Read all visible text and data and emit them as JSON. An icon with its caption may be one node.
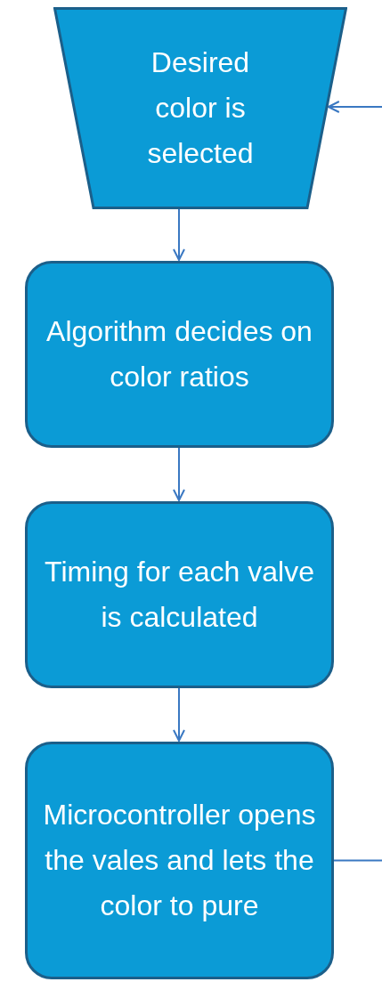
{
  "diagram": {
    "nodes": [
      {
        "text": [
          "Desired color is selected"
        ]
      },
      {
        "text": [
          "Algorithm decides on color ratios"
        ]
      },
      {
        "text": [
          "Timing for each valve is calculated"
        ]
      },
      {
        "text": [
          "Microcontroller opens the vales and lets the color to pure"
        ]
      }
    ],
    "edges": [
      {
        "from": 0,
        "to": 1,
        "arrow": "to"
      },
      {
        "from": 1,
        "to": 2,
        "arrow": "to"
      },
      {
        "from": 2,
        "to": 3,
        "arrow": "to"
      },
      {
        "from": 3,
        "to": null,
        "arrow": "none"
      },
      {
        "from": null,
        "to": 0,
        "arrow": "to"
      }
    ]
  }
}
